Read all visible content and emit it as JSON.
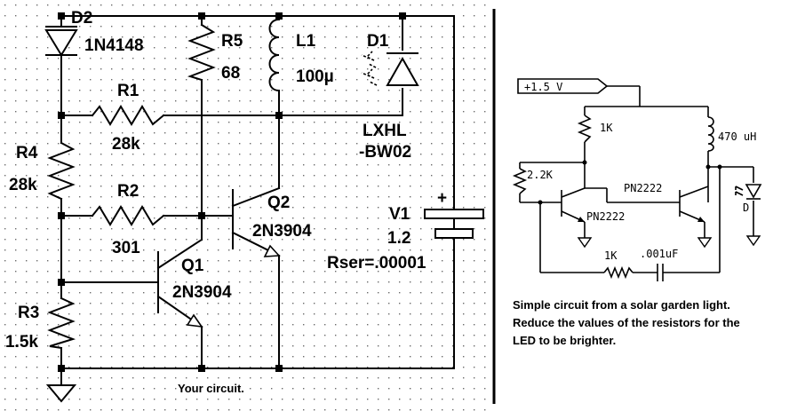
{
  "left_circuit": {
    "d2": {
      "ref": "D2",
      "part": "1N4148"
    },
    "r5": {
      "ref": "R5",
      "value": "68"
    },
    "l1": {
      "ref": "L1",
      "value": "100µ"
    },
    "d1": {
      "ref": "D1",
      "part_line1": "LXHL",
      "part_line2": "-BW02"
    },
    "r1": {
      "ref": "R1",
      "value": "28k"
    },
    "r4": {
      "ref": "R4",
      "value": "28k"
    },
    "r2": {
      "ref": "R2",
      "value": "301"
    },
    "q2": {
      "ref": "Q2",
      "part": "2N3904"
    },
    "v1": {
      "ref": "V1",
      "value": "1.2",
      "rser": "Rser=.00001",
      "plus": "+"
    },
    "q1": {
      "ref": "Q1",
      "part": "2N3904"
    },
    "r3": {
      "ref": "R3",
      "value": "1.5k"
    },
    "caption": "Your circuit."
  },
  "right_circuit": {
    "supply": "+1.5 V",
    "r_top": "1K",
    "inductor": "470 uH",
    "r_base": "2.2K",
    "q_left": "PN2222",
    "q_right": "PN2222",
    "r_feedback": "1K",
    "capacitor": ".001uF",
    "led": "D",
    "note": [
      "Simple circuit from a solar garden light.",
      "Reduce the values of the resistors for the",
      "LED to be brighter."
    ]
  }
}
